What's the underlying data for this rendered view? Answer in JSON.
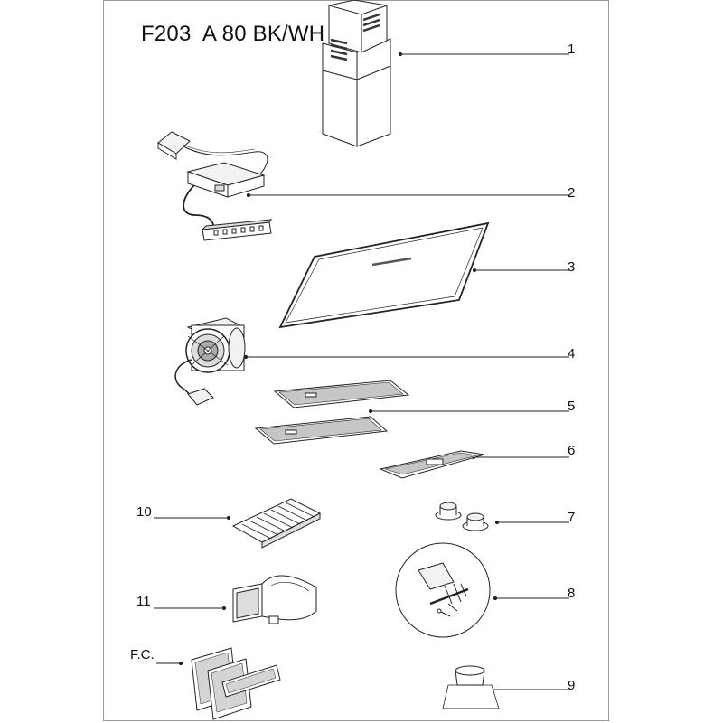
{
  "title": "F203  A 80 BK/WH",
  "parts": [
    {
      "label": "1"
    },
    {
      "label": "2"
    },
    {
      "label": "3"
    },
    {
      "label": "4"
    },
    {
      "label": "5"
    },
    {
      "label": "6"
    },
    {
      "label": "7"
    },
    {
      "label": "8"
    },
    {
      "label": "9"
    },
    {
      "label": "10"
    },
    {
      "label": "11"
    },
    {
      "label": "F.C."
    }
  ],
  "colors": {
    "line": "#222222",
    "frame": "#9a9a9a",
    "fill_light": "#f2f2f2",
    "mesh": "#b8b8b8"
  }
}
